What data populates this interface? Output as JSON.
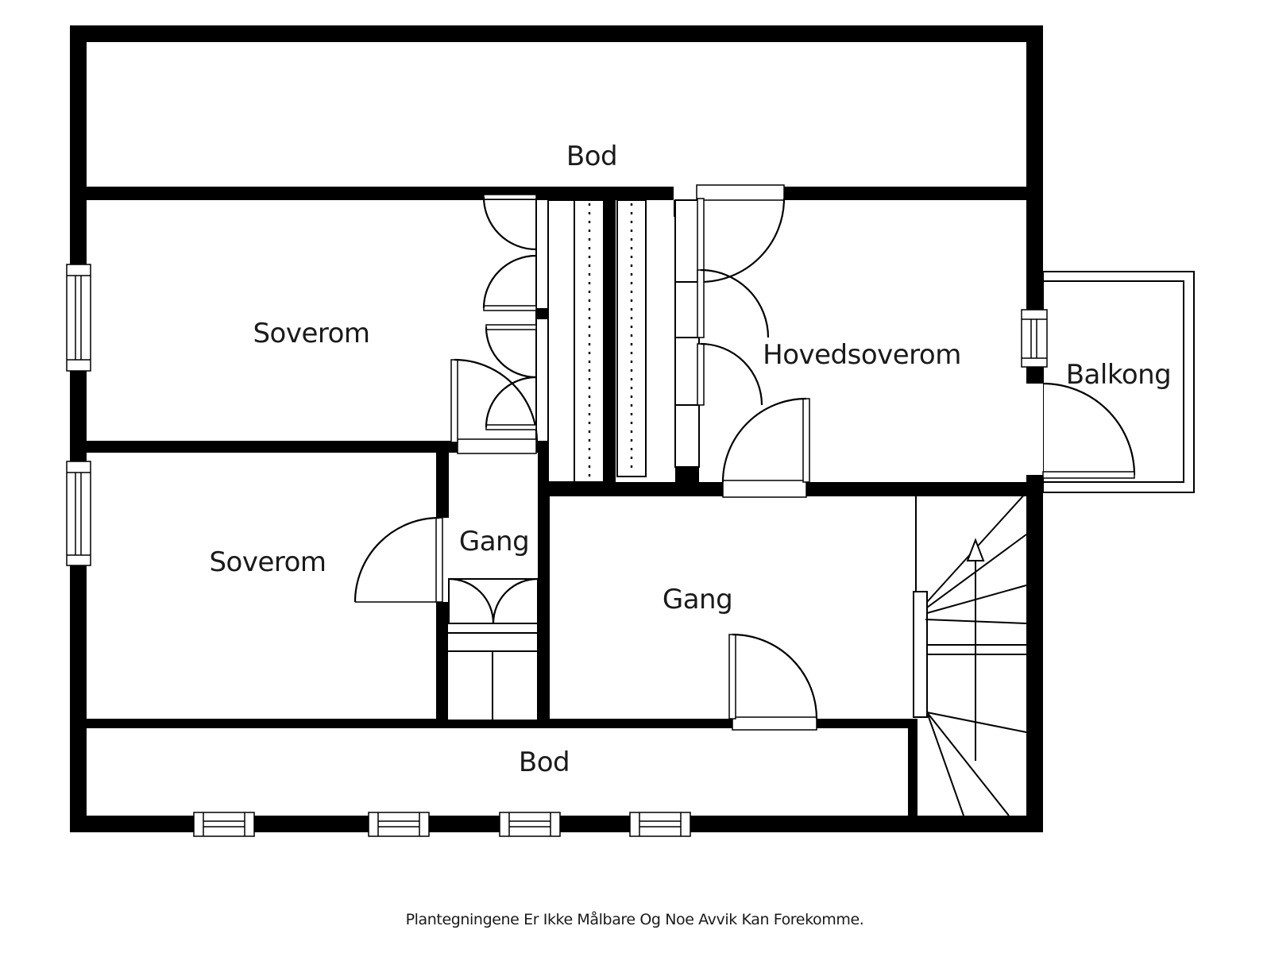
{
  "colors": {
    "wall": "#000000",
    "line": "#000000",
    "text": "#1a1a1a",
    "background": "#ffffff"
  },
  "floor_plan": {
    "rooms": {
      "bod_top": "Bod",
      "soverom_top": "Soverom",
      "hovedsoverom": "Hovedsoverom",
      "balkong": "Balkong",
      "soverom_bottom": "Soverom",
      "gang_small": "Gang",
      "gang_main": "Gang",
      "bod_bottom": "Bod"
    },
    "stairs": {
      "direction": "up"
    },
    "footer": {
      "disclaimer": "Plantegningene Er Ikke Målbare Og Noe Avvik Kan Forekomme."
    }
  }
}
